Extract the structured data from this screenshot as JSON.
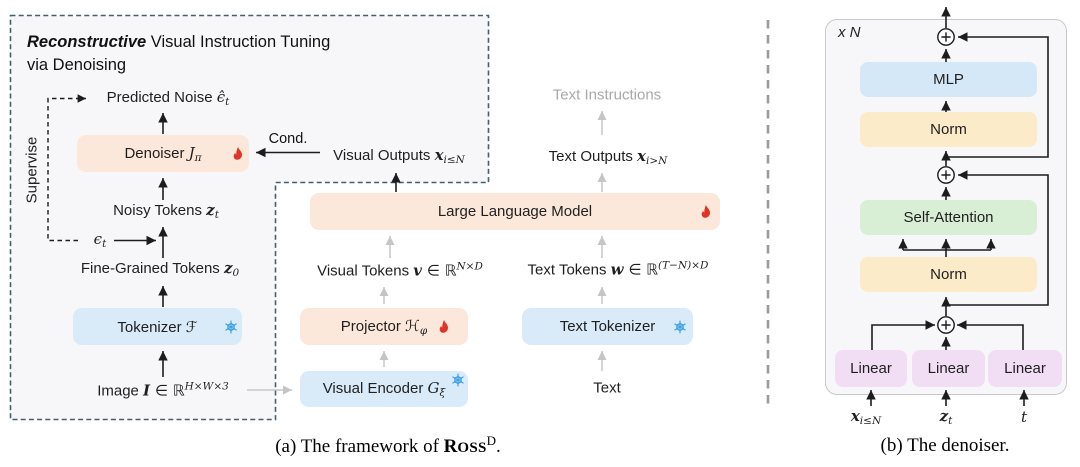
{
  "panel_a": {
    "title": {
      "bold": "Reconstructive",
      "rest": " Visual Instruction Tuning",
      "line2": "via Denoising"
    },
    "supervise_label": "Supervise",
    "cond_label": "Cond.",
    "nodes": {
      "predicted_noise": {
        "text": "Predicted Noise ",
        "sym": "ϵ̂",
        "sub": "t"
      },
      "noisy_tokens": {
        "text": "Noisy Tokens ",
        "sym": "z",
        "sub": "t"
      },
      "epsilon": {
        "sym": "ϵ",
        "sub": "t"
      },
      "fine_grained": {
        "text": "Fine-Grained Tokens ",
        "sym": "z",
        "sub": "0"
      },
      "image": {
        "text": "Image ",
        "sym": "I",
        "mid": " ∈ ℝ",
        "sup": "H×W×3"
      },
      "visual_tokens": {
        "text": "Visual Tokens ",
        "sym": "v",
        "mid": " ∈ ℝ",
        "sup": "N×D"
      },
      "text_tokens": {
        "text": "Text Tokens ",
        "sym": "w",
        "mid": " ∈ ℝ",
        "sup": "(T−N)×D"
      },
      "visual_outputs": {
        "text": "Visual Outputs ",
        "sym": "x",
        "sub": "i≤N"
      },
      "text_outputs": {
        "text": "Text Outputs ",
        "sym": "x",
        "sub": "i>N"
      },
      "text_instructions": "Text Instructions",
      "text_input": "Text"
    },
    "boxes": {
      "denoiser": {
        "label": "Denoiser ",
        "sym": "J",
        "sub": "π"
      },
      "tokenizer": {
        "label": "Tokenizer ",
        "sym": "ℱ"
      },
      "projector": {
        "label": "Projector ",
        "sym": "ℋ",
        "sub": "φ"
      },
      "visual_encoder": {
        "label": "Visual Encoder ",
        "sym": "G",
        "sub": "ξ"
      },
      "llm": {
        "label": "Large Language Model"
      },
      "text_tokenizer": {
        "label": "Text Tokenizer"
      }
    },
    "caption": {
      "prefix": "(a) The framework of ",
      "brand_head": "R",
      "brand_tail": "OSS",
      "sup": "D",
      "suffix": "."
    }
  },
  "panel_b": {
    "repeat_label": "x N",
    "blocks": {
      "mlp": "MLP",
      "norm_top": "Norm",
      "self_attention": "Self-Attention",
      "norm_bottom": "Norm",
      "linear": "Linear"
    },
    "inputs": {
      "cond": {
        "sym": "x",
        "sub": "i≤N"
      },
      "noisy": {
        "sym": "z",
        "sub": "t"
      },
      "timestep": {
        "sym": "t"
      }
    },
    "caption": "(b) The denoiser."
  },
  "icons": {
    "flame": "flame",
    "snowflake": "snowflake"
  },
  "colors": {
    "peach": "#fbe8db",
    "blue": "#d9eaf8",
    "mlp_blue": "#d5e8f8",
    "norm_yellow": "#fcebc9",
    "attn_green": "#d9efd5",
    "linear_pink": "#f2def4",
    "panel_gray": "#f7f7f9",
    "flame_red": "#dd3626",
    "snowflake_blue": "#3ea2e5",
    "gray_arrow": "#c5c5c5",
    "gray_text": "#a9a9a9",
    "dashed_border": "#45606d",
    "divider_gray": "#9b9b9b"
  }
}
